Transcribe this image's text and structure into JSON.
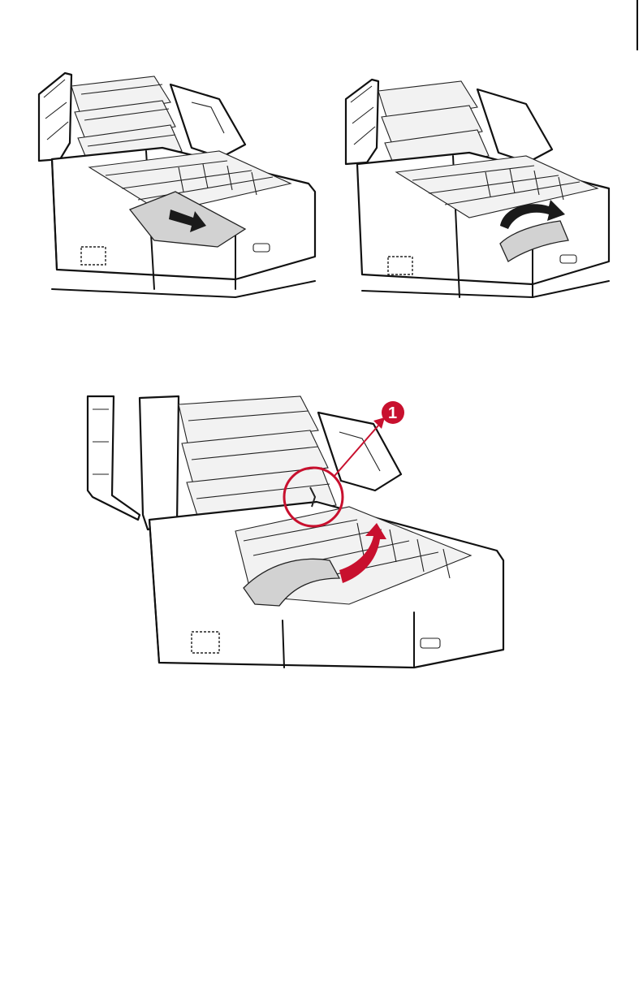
{
  "page": {
    "figures": [
      {
        "id": "step-remove-sheet-top",
        "arrow": "black",
        "direction": "right"
      },
      {
        "id": "step-lift-sheet",
        "arrow": "black",
        "direction": "up-over"
      },
      {
        "id": "step-remove-sheet-roller",
        "arrow": "red",
        "direction": "up-over"
      }
    ]
  },
  "callout": {
    "number": "1",
    "color": "#c8102e"
  },
  "colors": {
    "line": "#111111",
    "paper": "#d2d2d2",
    "accent_red": "#c8102e",
    "arrow_black": "#1a1a1a"
  },
  "icons": [
    "printer-illustration",
    "paper-sheet",
    "arrow-icon",
    "callout-circle"
  ]
}
